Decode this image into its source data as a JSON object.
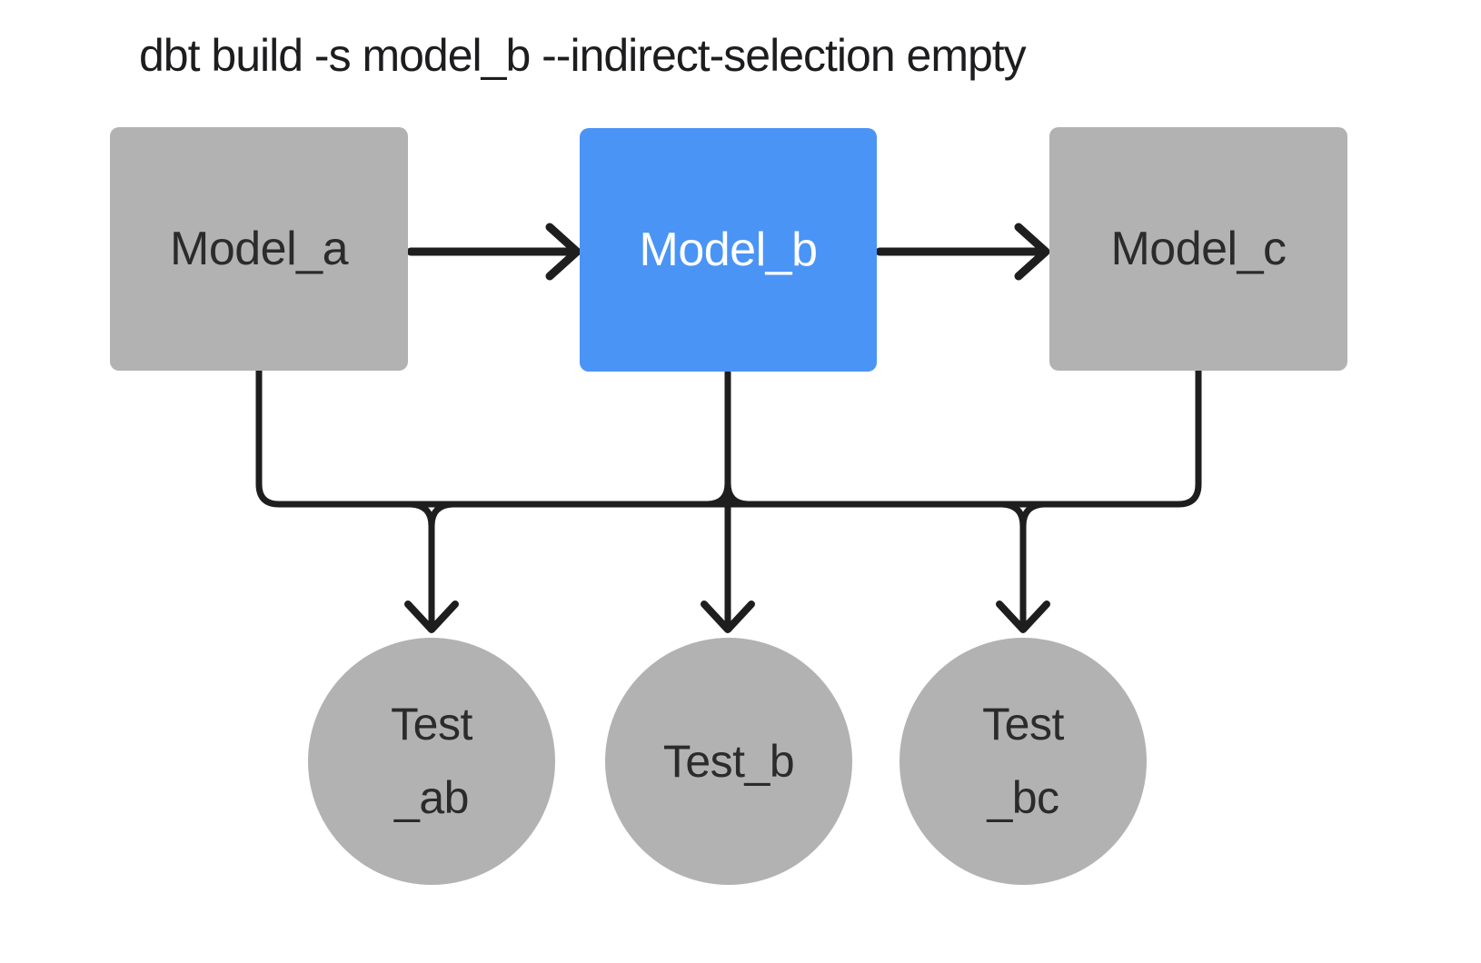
{
  "title": "dbt build -s model_b --indirect-selection empty",
  "colors": {
    "background": "#ffffff",
    "node_gray": "#b2b2b2",
    "node_selected_blue": "#4a94f6",
    "edge_line": "#1e1e1e",
    "text_dark": "#2b2b2b",
    "text_on_blue": "#ffffff",
    "title_text": "#1d1d1f"
  },
  "nodes": {
    "model_a": {
      "label": "Model_a",
      "kind": "model",
      "selected": false
    },
    "model_b": {
      "label": "Model_b",
      "kind": "model",
      "selected": true
    },
    "model_c": {
      "label": "Model_c",
      "kind": "model",
      "selected": false
    },
    "test_ab": {
      "lines": [
        "Test",
        "_ab"
      ],
      "kind": "test",
      "selected": false
    },
    "test_b": {
      "lines": [
        "Test_b"
      ],
      "kind": "test",
      "selected": false
    },
    "test_bc": {
      "lines": [
        "Test",
        "_bc"
      ],
      "kind": "test",
      "selected": false
    }
  },
  "edges": [
    {
      "from": "model_a",
      "to": "model_b"
    },
    {
      "from": "model_b",
      "to": "model_c"
    },
    {
      "from": "model_a",
      "to": "test_ab"
    },
    {
      "from": "model_b",
      "to": "test_ab"
    },
    {
      "from": "model_b",
      "to": "test_b"
    },
    {
      "from": "model_b",
      "to": "test_bc"
    },
    {
      "from": "model_c",
      "to": "test_bc"
    }
  ]
}
